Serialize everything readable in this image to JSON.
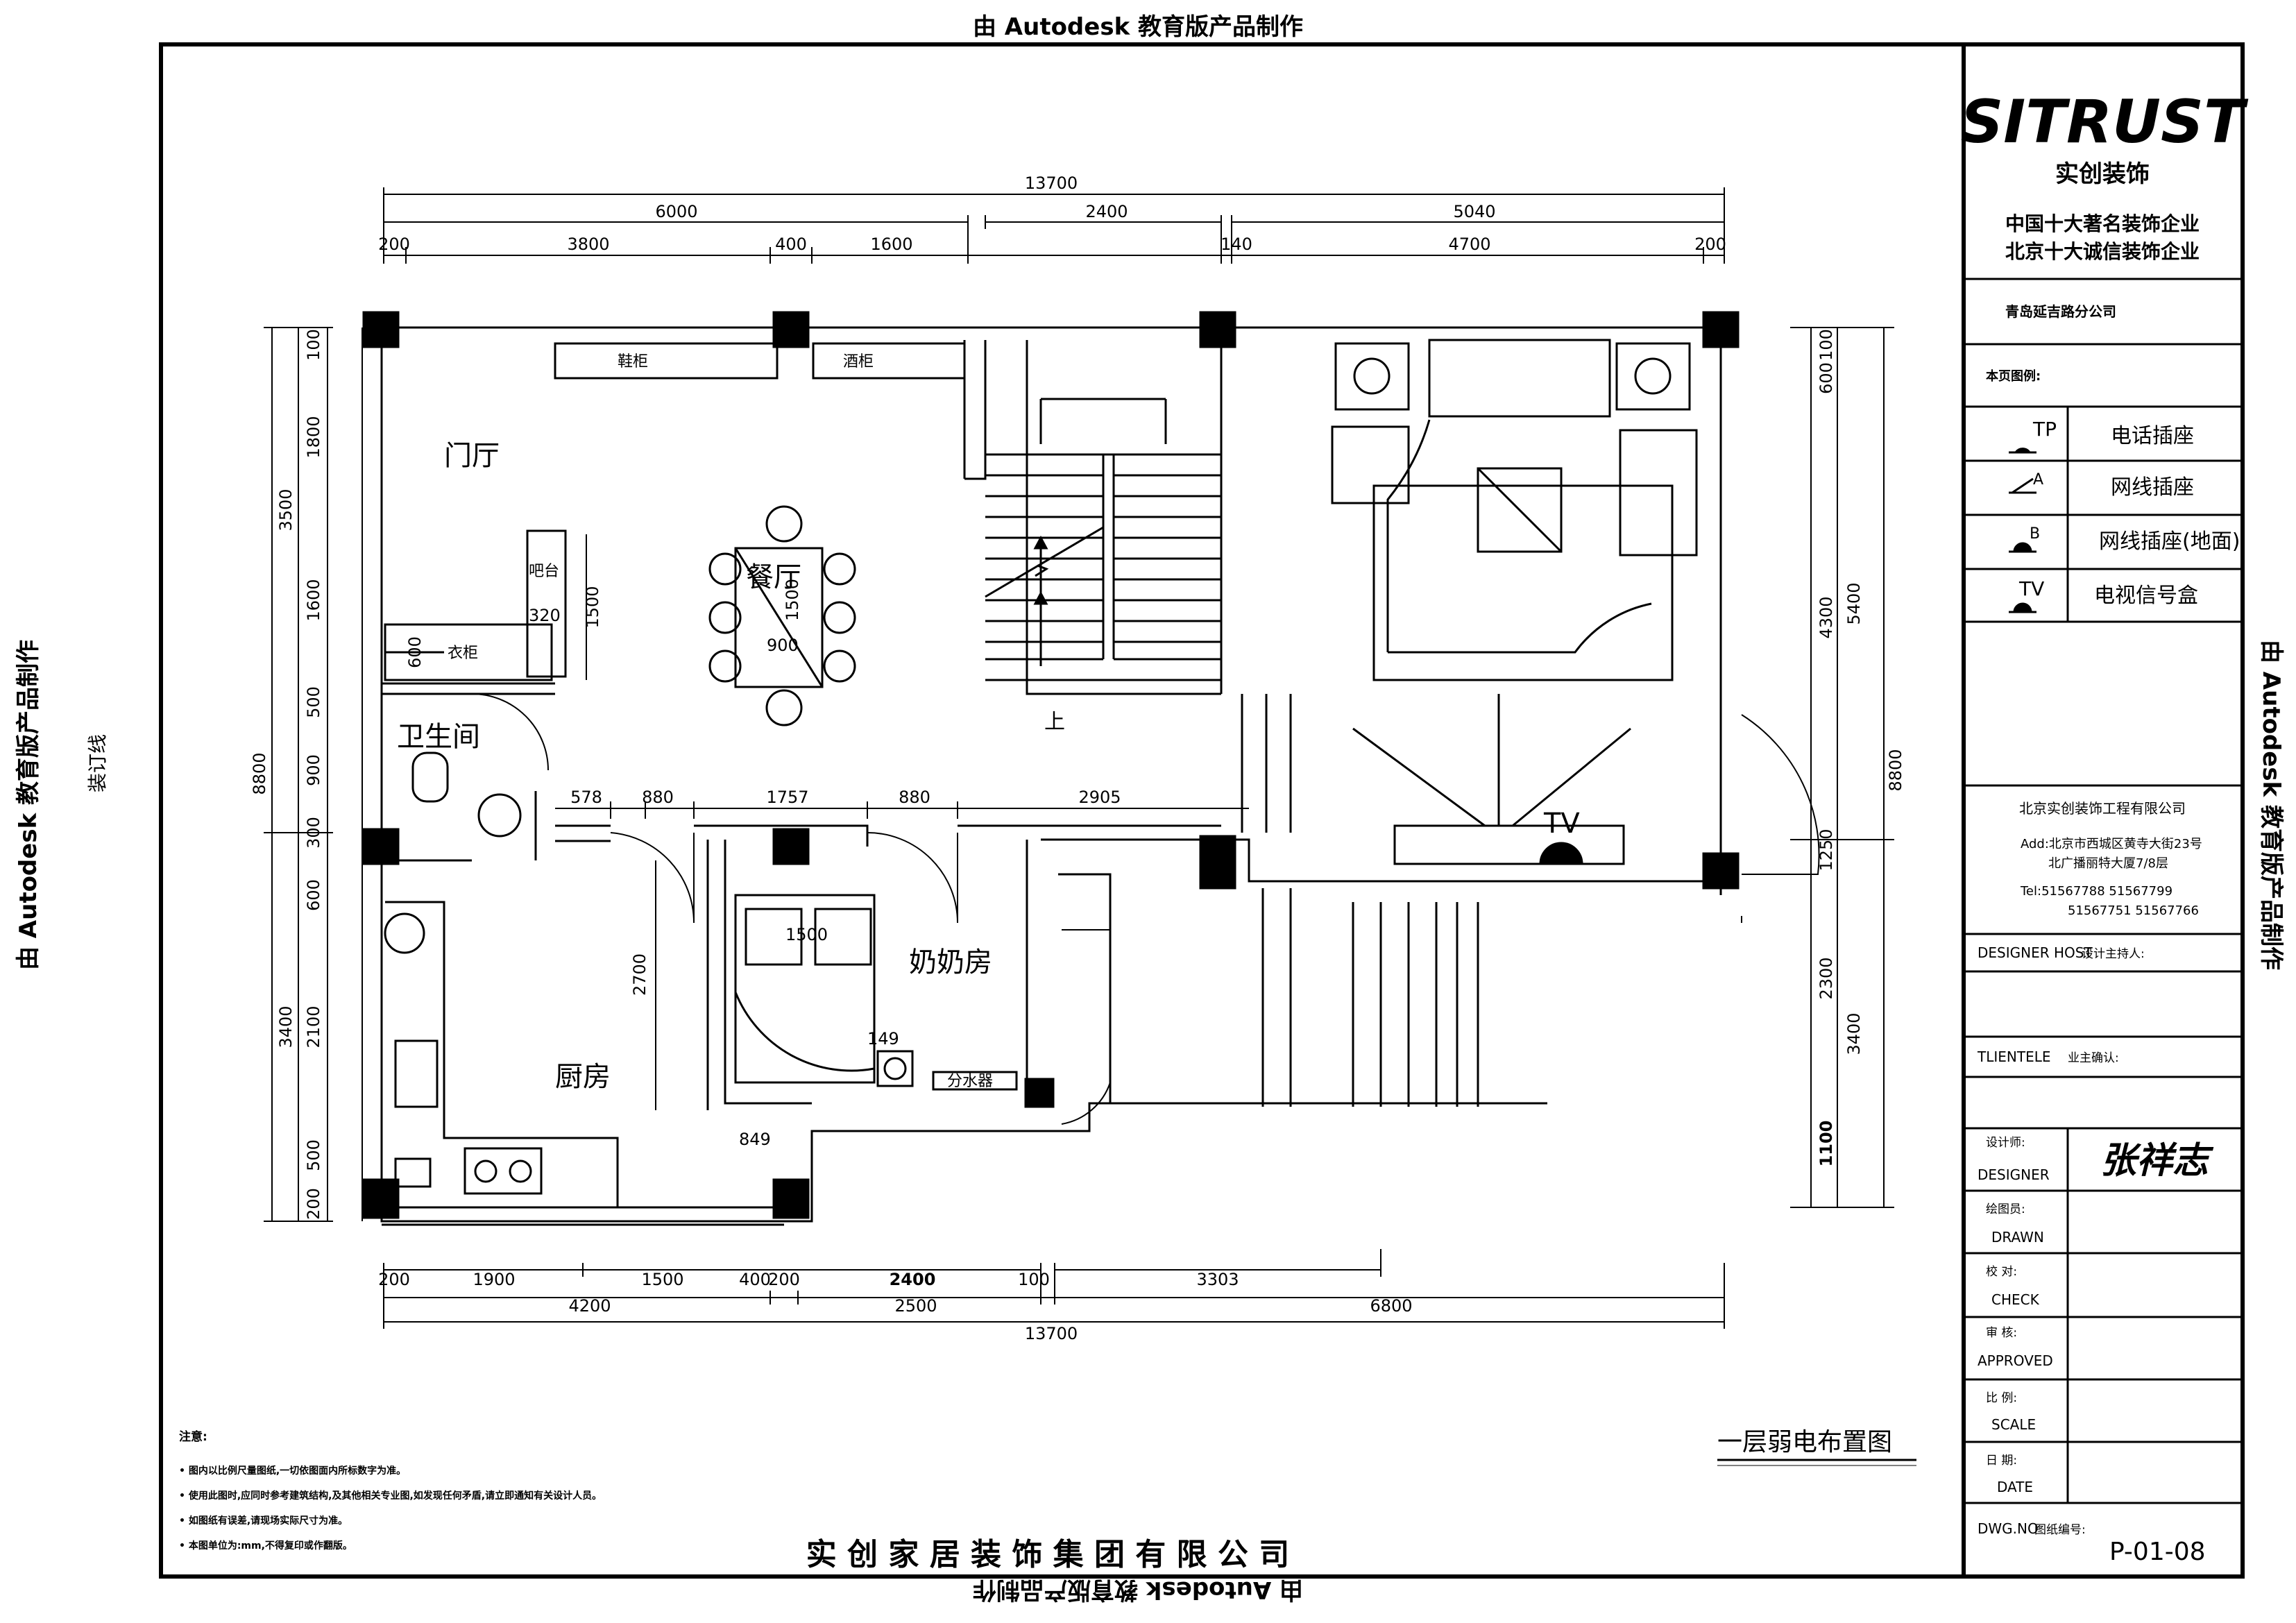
{
  "watermark": "由 Autodesk 教育版产品制作",
  "binding_line": "装订线",
  "company": {
    "logo": "SITRUST",
    "name": "实创装饰",
    "slogan_1": "中国十大著名装饰企业",
    "slogan_2": "北京十大诚信装饰企业",
    "branch": "青岛延吉路分公司",
    "group_name": "实 创 家 居 装 饰 集 团 有 限 公 司",
    "office": "北京实创装饰工程有限公司",
    "addr_1": "Add:北京市西城区黄寺大街23号",
    "addr_2": "北广播丽特大厦7/8层",
    "tel_1": "Tel:51567788  51567799",
    "tel_2": "51567751  51567766"
  },
  "legend": {
    "title": "本页图例:",
    "items": [
      {
        "symbol": "TP",
        "label": "电话插座"
      },
      {
        "symbol": "A",
        "label": "网线插座"
      },
      {
        "symbol": "B",
        "label": "网线插座(地面)"
      },
      {
        "symbol": "TV",
        "label": "电视信号盒"
      }
    ]
  },
  "title_block": {
    "designer_host": "DESIGNER HOST",
    "designer_host_cn": "设计主持人:",
    "client": "TLIENTELE",
    "client_cn": "业主确认:",
    "designer_cn": "设计师:",
    "designer": "DESIGNER",
    "designer_name": "张祥志",
    "drawn_cn": "绘图员:",
    "drawn": "DRAWN",
    "check_cn": "校  对:",
    "check": "CHECK",
    "approved_cn": "审  核:",
    "approved": "APPROVED",
    "scale_cn": "比  例:",
    "scale": "SCALE",
    "date_cn": "日  期:",
    "date": "DATE",
    "dwg_no": "DWG.NO",
    "dwg_no_cn": "图纸编号:",
    "sheet_no": "P-01-08"
  },
  "drawing_title": "一层弱电布置图",
  "notes": {
    "title": "注意:",
    "items": [
      "• 图内以比例尺量图纸,一切依图面内所标数字为准。",
      "• 使用此图时,应同时参考建筑结构,及其他相关专业图,如发现任何矛盾,请立即通知有关设计人员。",
      "• 如图纸有误差,请现场实际尺寸为准。",
      "• 本图单位为:mm,不得复印或作翻版。"
    ]
  },
  "rooms": {
    "foyer": "门厅",
    "dining": "餐厅",
    "bath": "卫生间",
    "kitchen": "厨房",
    "grandma": "奶奶房",
    "wardrobe": "衣柜",
    "bar": "吧台",
    "shoe_cabinet": "鞋柜",
    "wine_cabinet": "酒柜",
    "water_divider": "分水器",
    "up": "上",
    "tv": "TV"
  },
  "dimensions": {
    "top_total": "13700",
    "top_mid": [
      "6000",
      "2400",
      "5040"
    ],
    "top_detail": [
      "200",
      "3800",
      "400",
      "1600",
      "140",
      "4700",
      "200"
    ],
    "interior_row": [
      "578",
      "880",
      "1757",
      "880",
      "2905"
    ],
    "interior_misc": [
      "320",
      "1500",
      "900",
      "2700",
      "1500",
      "149",
      "849"
    ],
    "bottom_detail": [
      "200",
      "1900",
      "1500",
      "400",
      "200",
      "2400",
      "100",
      "3303"
    ],
    "bottom_mid": [
      "4200",
      "2500",
      "6800"
    ],
    "bottom_total": "13700",
    "left_outer": [
      "3500",
      "8800",
      "3400"
    ],
    "left_inner": [
      "100",
      "1800",
      "1600",
      "500",
      "900",
      "300",
      "600",
      "2100",
      "500",
      "200"
    ],
    "left_misc": [
      "600",
      "1500"
    ],
    "right_inner": [
      "100",
      "600",
      "4300",
      "1250",
      "2300",
      "1100"
    ],
    "right_outer": [
      "5400",
      "8800",
      "3400"
    ]
  }
}
